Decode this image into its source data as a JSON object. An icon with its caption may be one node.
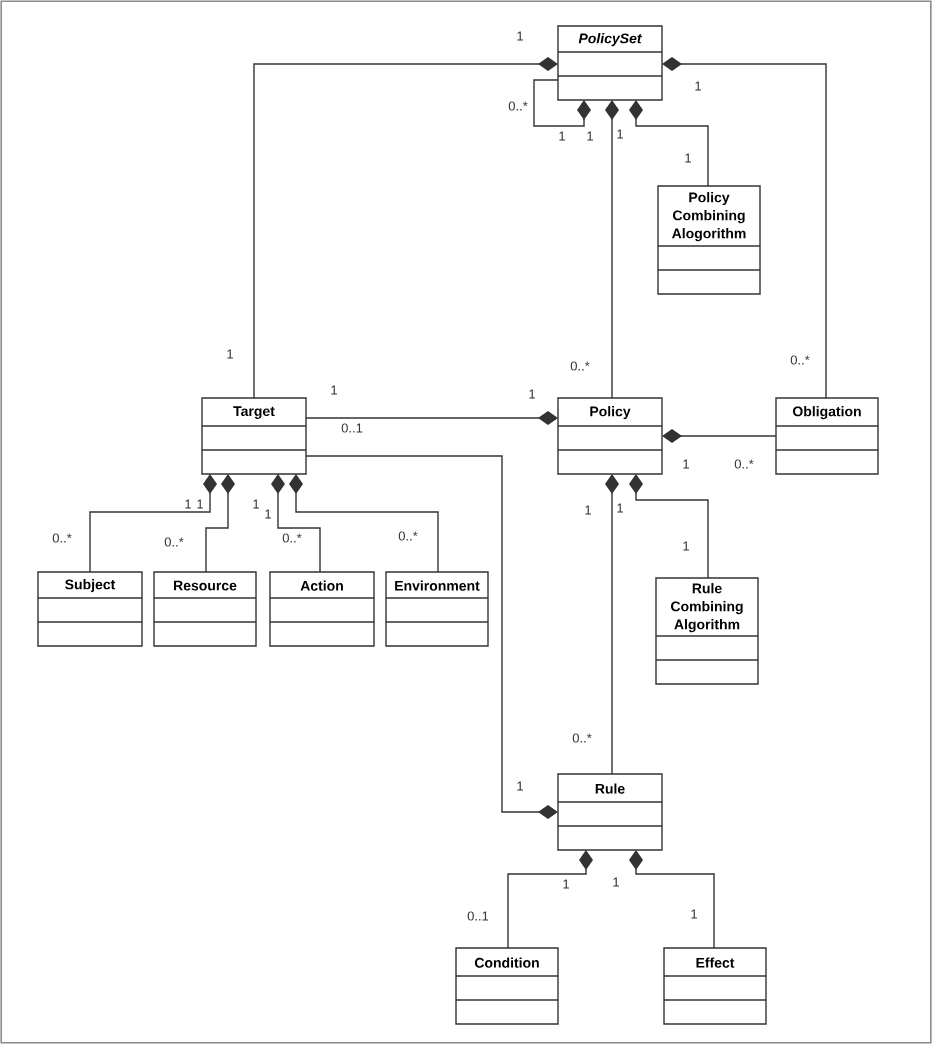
{
  "diagram": {
    "nodes": [
      {
        "text": [
          "PolicySet"
        ]
      },
      {
        "text": [
          "Policy Combining Alogorithm"
        ]
      },
      {
        "text": [
          "Target"
        ]
      },
      {
        "text": [
          "Policy"
        ]
      },
      {
        "text": [
          "Obligation"
        ]
      },
      {
        "text": [
          "Subject"
        ]
      },
      {
        "text": [
          "Resource"
        ]
      },
      {
        "text": [
          "Action"
        ]
      },
      {
        "text": [
          "Environment"
        ]
      },
      {
        "text": [
          "Rule Combining Algorithm"
        ]
      },
      {
        "text": [
          "Rule"
        ]
      },
      {
        "text": [
          "Condition"
        ]
      },
      {
        "text": [
          "Effect"
        ]
      }
    ],
    "edges": [
      {
        "from": 0,
        "to": 2,
        "arrow": "other"
      },
      {
        "from": 0,
        "to": 4,
        "arrow": "other"
      },
      {
        "from": 0,
        "to": 0,
        "arrow": "other"
      },
      {
        "from": 0,
        "to": 3,
        "arrow": "other"
      },
      {
        "from": 0,
        "to": 1,
        "arrow": "other"
      },
      {
        "from": 3,
        "to": 2,
        "arrow": "other"
      },
      {
        "from": 3,
        "to": 4,
        "arrow": "other"
      },
      {
        "from": 3,
        "to": 10,
        "arrow": "other"
      },
      {
        "from": 3,
        "to": 9,
        "arrow": "other"
      },
      {
        "from": 2,
        "to": 5,
        "arrow": "other"
      },
      {
        "from": 2,
        "to": 6,
        "arrow": "other"
      },
      {
        "from": 2,
        "to": 7,
        "arrow": "other"
      },
      {
        "from": 2,
        "to": 8,
        "arrow": "other"
      },
      {
        "from": 10,
        "to": 2,
        "arrow": "other"
      },
      {
        "from": 10,
        "to": 11,
        "arrow": "other"
      },
      {
        "from": 10,
        "to": 12,
        "arrow": "other"
      }
    ],
    "labels": [
      "1",
      "1",
      "0..*",
      "1",
      "1",
      "1",
      "1",
      "1",
      "0..*",
      "0..*",
      "1",
      "1",
      "0..1",
      "1",
      "0..*",
      "1",
      "1",
      "1",
      "1",
      "1",
      "1",
      "0..*",
      "0..*",
      "0..*",
      "0..*",
      "1",
      "0..*",
      "1",
      "1",
      "1",
      "0..1",
      "1"
    ]
  }
}
